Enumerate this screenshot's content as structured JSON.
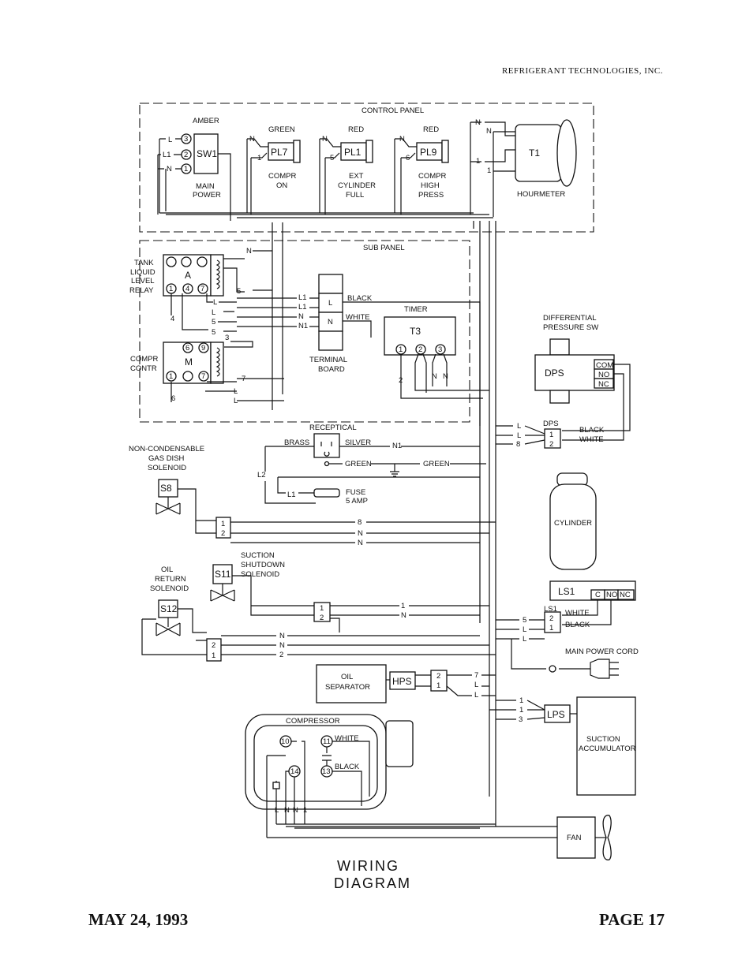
{
  "header": {
    "company": "REFRIGERANT TECHNOLOGIES, INC."
  },
  "footer": {
    "date": "MAY 24, 1993",
    "page": "PAGE 17"
  },
  "diagram": {
    "title_line1": "WIRING",
    "title_line2": "DIAGRAM",
    "control_panel": {
      "label": "CONTROL PANEL",
      "sw1": {
        "color": "AMBER",
        "id": "SW1",
        "func1": "MAIN",
        "func2": "POWER",
        "t1": "L",
        "t1n": "3",
        "t2": "L1",
        "t2n": "2",
        "t3": "N",
        "t3n": "1"
      },
      "pl7": {
        "color": "GREEN",
        "id": "PL7",
        "func1": "COMPR",
        "func2": "ON",
        "a": "N",
        "b": "1"
      },
      "pl1": {
        "color": "RED",
        "id": "PL1",
        "func1": "EXT",
        "func2": "CYLINDER",
        "func3": "FULL",
        "a": "N",
        "b": "5"
      },
      "pl9": {
        "color": "RED",
        "id": "PL9",
        "func1": "COMPR",
        "func2": "HIGH",
        "func3": "PRESS",
        "a": "N",
        "b": "6"
      },
      "t1": {
        "id": "T1",
        "func": "HOURMETER",
        "a": "N",
        "b": "N",
        "c": "1",
        "d": "1"
      }
    },
    "sub_panel": {
      "label": "SUB PANEL",
      "relay": {
        "id": "A",
        "label1": "TANK",
        "label2": "LIQUID",
        "label3": "LEVEL",
        "label4": "RELAY",
        "p1": "1",
        "p4": "4",
        "p7": "7"
      },
      "contr": {
        "id": "M",
        "label1": "COMPR",
        "label2": "CONTR",
        "p6": "6",
        "p9": "9",
        "p1": "1",
        "p7": "7"
      },
      "terminal": {
        "label1": "TERMINAL",
        "label2": "BOARD",
        "l": "L",
        "n": "N",
        "black": "BLACK",
        "white": "WHITE"
      },
      "wires": {
        "n": "N",
        "five": "5",
        "l": "L",
        "l1": "L1",
        "n1": "N1",
        "three": "3",
        "seven": "7",
        "four": "4",
        "six": "6",
        "two": "2"
      },
      "timer": {
        "label": "TIMER",
        "id": "T3",
        "p1": "1",
        "p2": "2",
        "p3": "3"
      }
    },
    "dps": {
      "label1": "DIFFERENTIAL",
      "label2": "PRESSURE SW",
      "id": "DPS",
      "com": "COM",
      "no": "NO",
      "nc": "NC",
      "black": "BLACK",
      "white": "WHITE",
      "t1": "1",
      "t2": "2",
      "w8": "8"
    },
    "receptical": {
      "label": "RECEPTICAL",
      "brass": "BRASS",
      "silver": "SILVER",
      "green": "GREEN",
      "n1": "N1",
      "l2": "L2",
      "l1": "L1",
      "fuse1": "FUSE",
      "fuse2": "5 AMP"
    },
    "s8": {
      "label1": "NON-CONDENSABLE",
      "label2": "GAS DISH",
      "label3": "SOLENOID",
      "id": "S8"
    },
    "s11": {
      "label1": "SUCTION",
      "label2": "SHUTDOWN",
      "label3": "SOLENOID",
      "id": "S11"
    },
    "s12": {
      "label1": "OIL",
      "label2": "RETURN",
      "label3": "SOLENOID",
      "id": "S12"
    },
    "cylinder": {
      "label": "CYLINDER"
    },
    "ls1": {
      "id": "LS1",
      "c": "C",
      "no": "NO",
      "nc": "NC",
      "white": "WHITE",
      "black": "BLACK"
    },
    "main_power": {
      "label": "MAIN POWER CORD"
    },
    "oil_sep": {
      "label1": "OIL",
      "label2": "SEPARATOR",
      "hps": "HPS"
    },
    "lps": {
      "id": "LPS"
    },
    "compressor": {
      "label": "COMPRESSOR",
      "t10": "10",
      "t11": "11",
      "t13": "13",
      "t14": "14",
      "white": "WHITE",
      "black": "BLACK"
    },
    "accumulator": {
      "label1": "SUCTION",
      "label2": "ACCUMULATOR"
    },
    "fan": {
      "label": "FAN"
    }
  }
}
